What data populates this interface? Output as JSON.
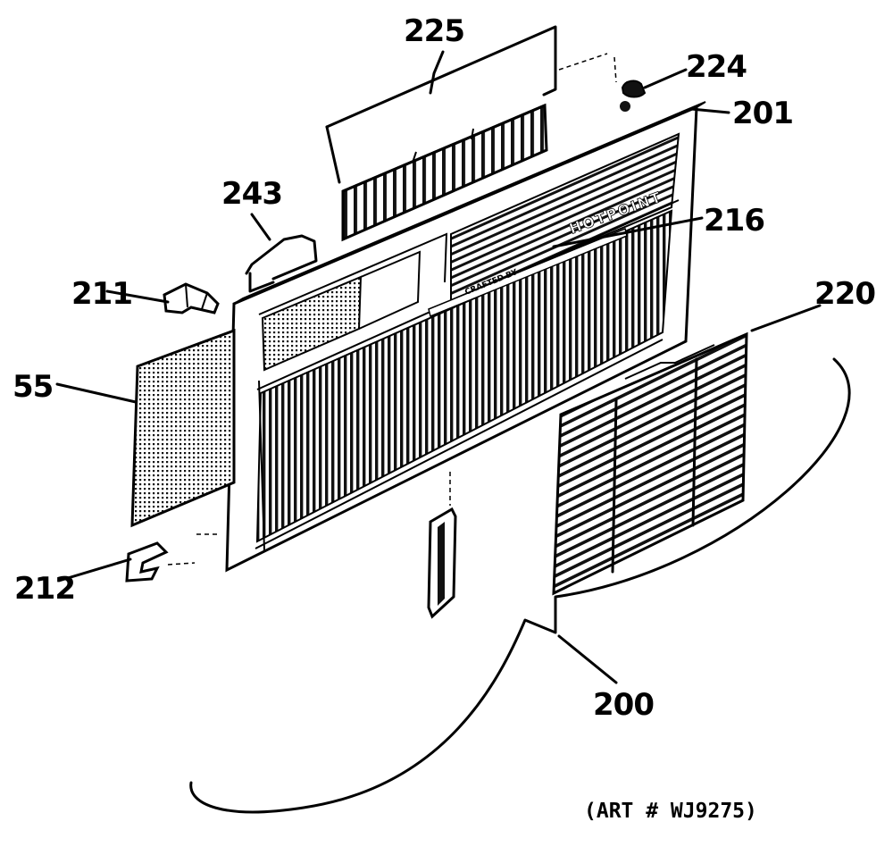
{
  "callouts": {
    "p225": "225",
    "p224": "224",
    "p201": "201",
    "p243": "243",
    "p216": "216",
    "p211": "211",
    "p220": "220",
    "p55": "55",
    "p212": "212",
    "p200": "200"
  },
  "art_number": "(ART # WJ9275)",
  "brand_logo": "HOTPOINT",
  "nameplate": "CRAFTED BY"
}
